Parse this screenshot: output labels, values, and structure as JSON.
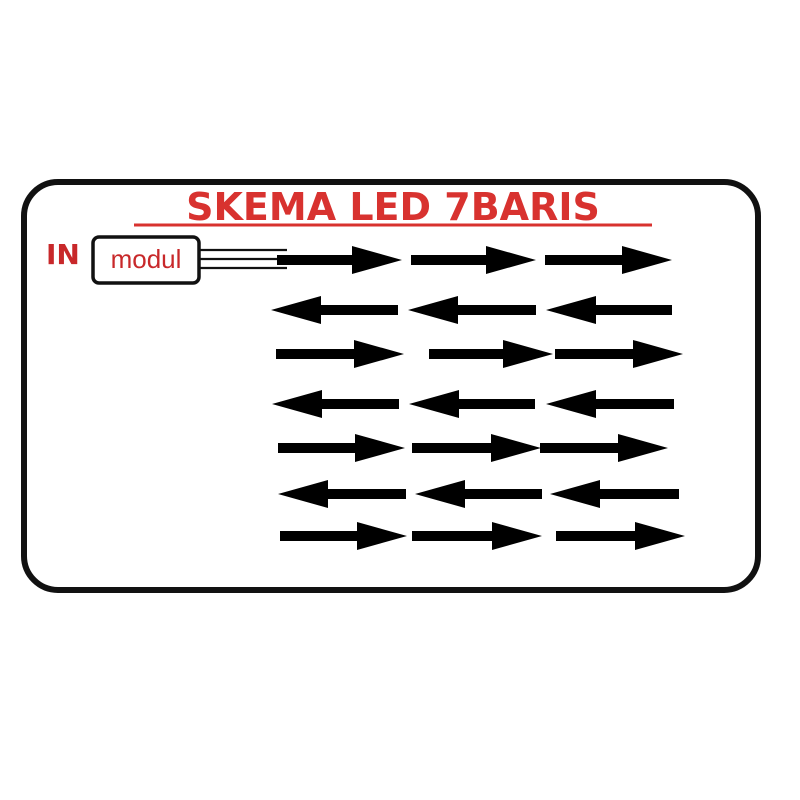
{
  "title": "SKEMA LED 7BARIS",
  "input_label": "IN",
  "module_label": "modul",
  "colors": {
    "title": "#d8322f",
    "labels": "#c8282a",
    "arrows": "#000000",
    "frame": "#111111"
  },
  "rows": [
    {
      "row": 1,
      "direction": "right",
      "arrows": 3
    },
    {
      "row": 2,
      "direction": "left",
      "arrows": 3
    },
    {
      "row": 3,
      "direction": "right",
      "arrows": 3
    },
    {
      "row": 4,
      "direction": "left",
      "arrows": 3
    },
    {
      "row": 5,
      "direction": "right",
      "arrows": 3
    },
    {
      "row": 6,
      "direction": "left",
      "arrows": 3
    },
    {
      "row": 7,
      "direction": "right",
      "arrows": 3
    }
  ],
  "module_wires": 3
}
